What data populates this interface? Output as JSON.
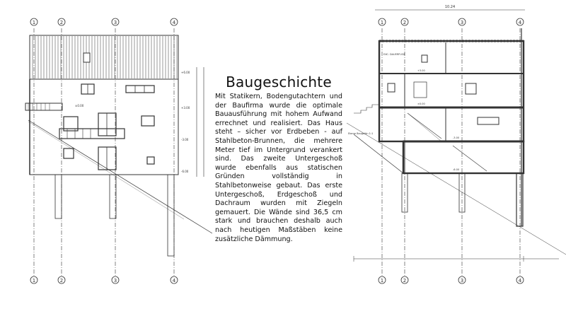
{
  "article": {
    "title": "Baugeschichte",
    "body": "Mit Statikern, Bodengutachtern und der Baufirma wurde die optimale Bauausführung mit hohem Aufwand errechnet und realisiert. Das Haus steht – sicher vor Erdbeben - auf Stahlbeton-Brunnen, die mehrere Meter tief im Untergrund verankert sind. Das zweite Untergeschoß wurde ebenfalls aus statischen Gründen vollständig in Stahlbetonweise gebaut. Das erste Untergeschoß, Erdgeschoß und Dachraum wurden mit Ziegeln gemauert. Die Wände sind 36,5 cm stark und brauchen deshalb auch nach heutigen Maßstäben keine zusätzliche Dämmung."
  },
  "elevation_drawing": {
    "axis_labels": [
      "1",
      "2",
      "3",
      "4"
    ],
    "level_marks": [
      "+6.00",
      "+3.00",
      "±0.00",
      "-3.00",
      "-6.00"
    ]
  },
  "section_drawing": {
    "axis_labels": [
      "1",
      "2",
      "3",
      "4"
    ],
    "level_marks": [
      "+3.00",
      "±0.00",
      "-3.00",
      "-6.00"
    ],
    "room_label": "EXC. DAUERFUGE",
    "ground_label": "Ebene Baugelän 1:1",
    "top_dimension": "10.24"
  },
  "colors": {
    "ink": "#222222",
    "background": "#ffffff"
  }
}
